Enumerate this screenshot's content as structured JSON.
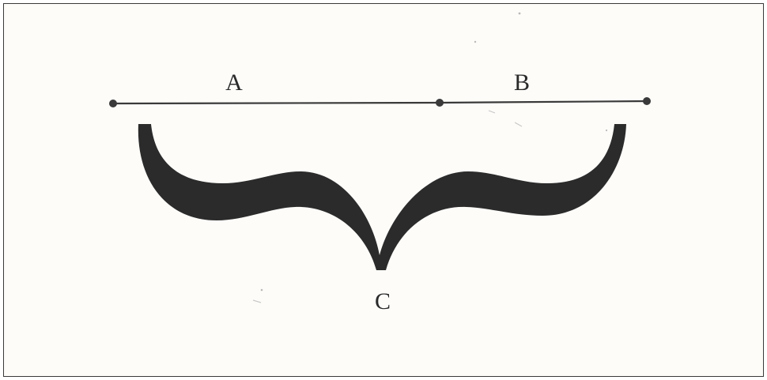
{
  "diagram": {
    "labels": {
      "a": "A",
      "b": "B",
      "c": "C"
    },
    "colors": {
      "stroke": "#3a3a3a",
      "shape_fill": "#2b2b2b",
      "background": "#fdfcf9"
    }
  }
}
